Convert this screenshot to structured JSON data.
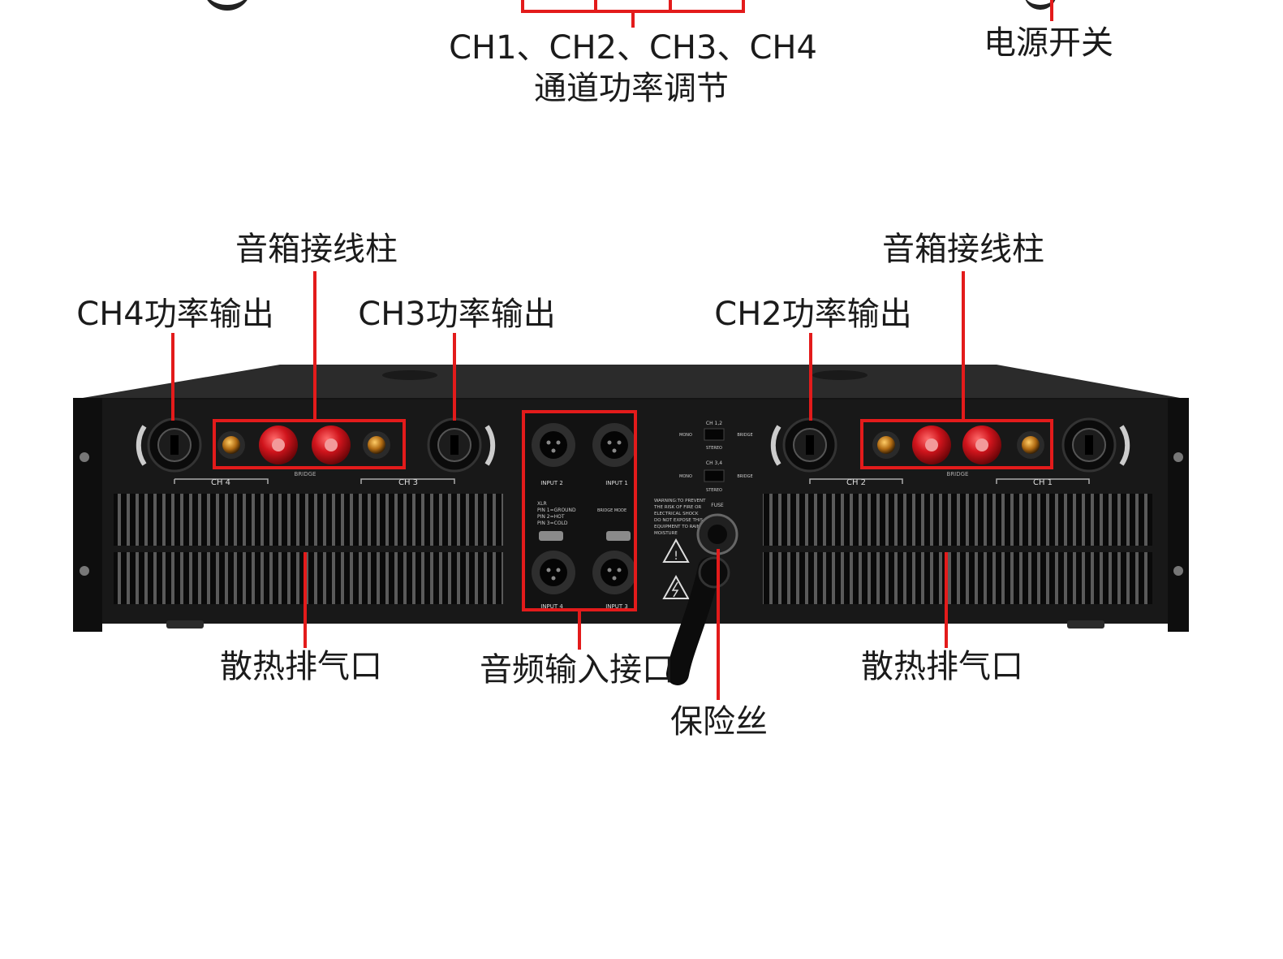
{
  "top": {
    "channels_label": "CH1、CH2、CH3、CH4",
    "channels_sub": "通道功率调节",
    "power_switch": "电源开关"
  },
  "callouts": {
    "speaker_terminal_left": "音箱接线柱",
    "speaker_terminal_right": "音箱接线柱",
    "ch4_output": "CH4功率输出",
    "ch3_output": "CH3功率输出",
    "ch2_output": "CH2功率输出",
    "vent_left": "散热排气口",
    "audio_input": "音频输入接口",
    "vent_right": "散热排气口",
    "fuse": "保险丝"
  },
  "panel_text": {
    "ch1": "CH 1",
    "ch2": "CH 2",
    "ch3": "CH 3",
    "ch4": "CH 4",
    "bridge": "BRIDGE",
    "input1": "INPUT 1",
    "input2": "INPUT 2",
    "input3": "INPUT 3",
    "input4": "INPUT 4",
    "mono": "MONO",
    "stereo": "STEREO",
    "ch12": "CH 1,2",
    "ch34": "CH 3,4",
    "fuse": "FUSE",
    "xlr": "XLR",
    "pin1": "PIN 1=GROUND",
    "pin2": "PIN 2=HOT",
    "pin3": "PIN 3=COLD",
    "bridge_mode": "BRIDGE MODE",
    "warning_1": "WARNING:TO PREVENT",
    "warning_2": "THE RISK OF FIRE OR",
    "warning_3": "ELECTRICAL SHOCK",
    "warning_4": "DO NOT EXPOSE THIS",
    "warning_5": "EQUIPMENT TO RAIN OR",
    "warning_6": "MOISTURE"
  },
  "colors": {
    "accent": "#e31b1b",
    "chassis": "#141414",
    "terminal_red": "#c8141c",
    "text": "#1b1b1b"
  }
}
